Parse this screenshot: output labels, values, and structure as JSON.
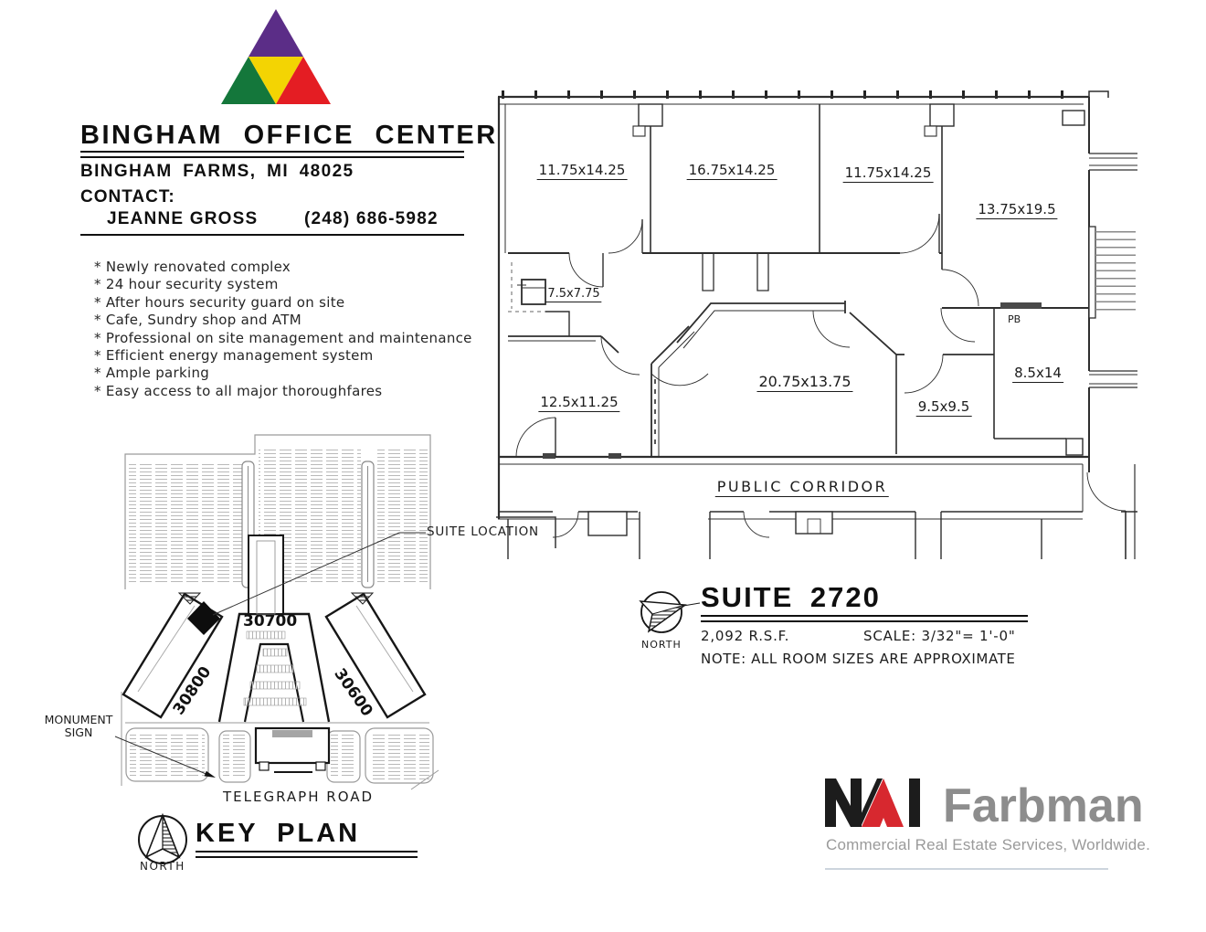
{
  "header": {
    "title": "BINGHAM OFFICE CENTER",
    "city": "BINGHAM FARMS, MI 48025",
    "contact_label": "CONTACT:",
    "contact_name": "JEANNE GROSS",
    "contact_phone": "(248) 686-5982"
  },
  "logo": {
    "purple": "#5b2d87",
    "green": "#14773b",
    "yellow": "#f3d403",
    "red": "#e41d23"
  },
  "features": [
    "Newly renovated complex",
    "24 hour security system",
    "After hours security guard on site",
    "Cafe, Sundry shop and ATM",
    "Professional on site management and maintenance",
    "Efficient energy management system",
    "Ample parking",
    "Easy access to all major thoroughfares"
  ],
  "floor_plan": {
    "room_labels": [
      "11.75x14.25",
      "16.75x14.25",
      "11.75x14.25",
      "13.75x19.5",
      "7.5x7.75",
      "12.5x11.25",
      "20.75x13.75",
      "9.5x9.5",
      "8.5x14"
    ],
    "pb": "PB",
    "corridor": "PUBLIC CORRIDOR"
  },
  "suite_info": {
    "title": "SUITE 2720",
    "area": "2,092 R.S.F.",
    "scale": "SCALE: 3/32\"= 1'-0\"",
    "note": "NOTE: ALL ROOM SIZES ARE APPROXIMATE",
    "north": "NORTH"
  },
  "key_plan": {
    "title": "KEY PLAN",
    "north": "NORTH",
    "road": "TELEGRAPH ROAD",
    "suite_location": "SUITE LOCATION",
    "monument_line1": "MONUMENT",
    "monument_line2": "SIGN",
    "building_front": "30700",
    "building_left": "30800",
    "building_right": "30600"
  },
  "brand": {
    "nai": "NAI",
    "name": "Farbman",
    "tagline": "Commercial Real Estate Services, Worldwide.",
    "red": "#d7282f",
    "gray": "#8d8d8d"
  }
}
